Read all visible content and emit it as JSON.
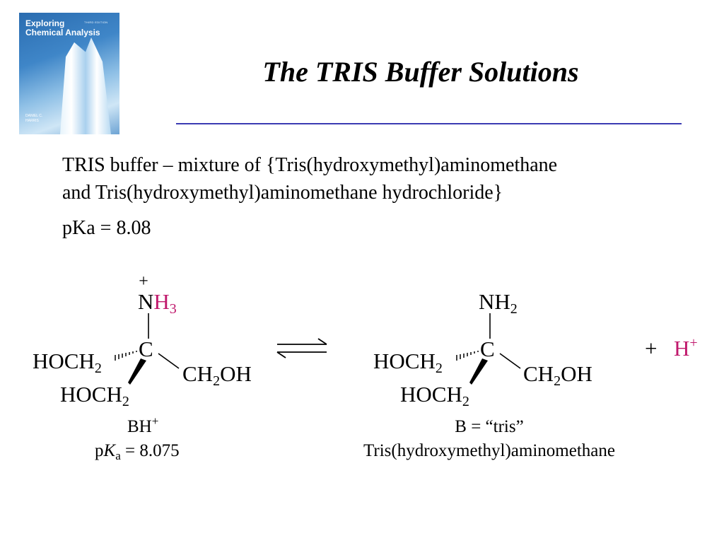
{
  "book_cover": {
    "title_line1": "Exploring",
    "title_line2": "Chemical Analysis",
    "edition": "THIRD EDITION",
    "author_line1": "DANIEL C.",
    "author_line2": "HARRIS"
  },
  "slide": {
    "title": "The TRIS Buffer Solutions",
    "description_line1": "TRIS buffer – mixture of {Tris(hydroxymethyl)aminomethane",
    "description_line2": "and Tris(hydroxymethyl)aminomethane hydrochloride}",
    "pka_line": "pKa = 8.08"
  },
  "reaction": {
    "acid": {
      "plus_charge": "+",
      "n": "N",
      "h3": "H",
      "sub3": "3",
      "c": "C",
      "hoch2_left": "HOCH",
      "hoch2_bottom": "HOCH",
      "ch2oh": "CH",
      "ch2oh_oh": "OH",
      "sub2": "2",
      "label": "BH",
      "label_charge": "+",
      "pka_p": "p",
      "pka_k": "K",
      "pka_a": "a",
      "pka_value": " = 8.075"
    },
    "base": {
      "nh2": "NH",
      "sub2": "2",
      "c": "C",
      "hoch2_left": "HOCH",
      "hoch2_bottom": "HOCH",
      "ch2oh": "CH",
      "ch2oh_oh": "OH",
      "label": "B = “tris”",
      "name": "Tris(hydroxymethyl)aminomethane"
    },
    "plus_sign": "+",
    "proton": "H",
    "proton_charge": "+",
    "highlight_color": "#c0186c"
  }
}
